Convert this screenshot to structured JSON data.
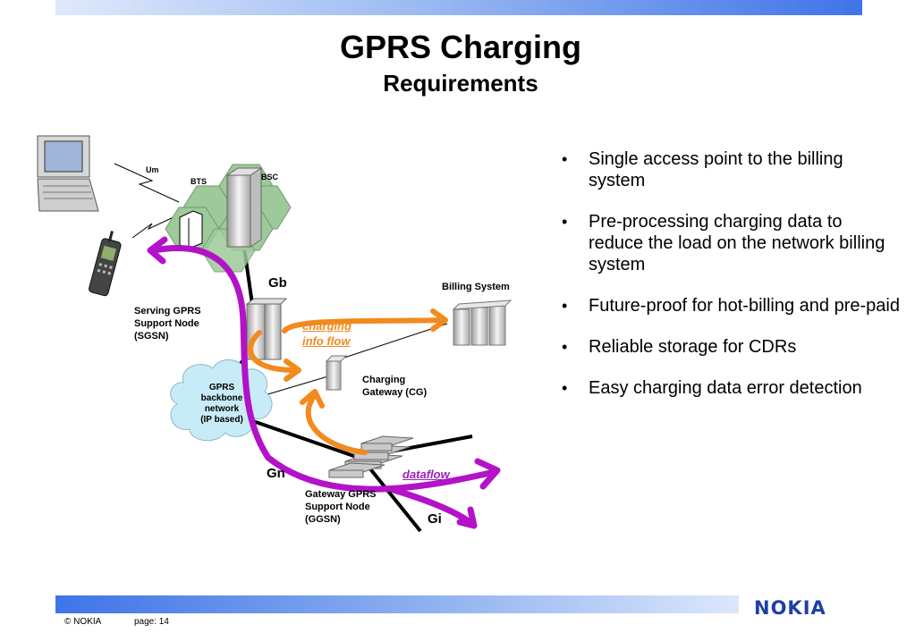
{
  "title": "GPRS Charging",
  "subtitle": "Requirements",
  "bullets": [
    "Single access point to the billing system",
    "Pre-processing charging data to reduce the load on the network billing system",
    "Future-proof for hot-billing and pre-paid",
    "Reliable storage for CDRs",
    "Easy charging data error detection"
  ],
  "diagram": {
    "um": "Um",
    "bts": "BTS",
    "bsc": "BSC",
    "gb": "Gb",
    "gn": "Gn",
    "gi": "Gi",
    "sgsn_lines": [
      "Serving GPRS",
      "Support Node",
      "(SGSN)"
    ],
    "billing": "Billing System",
    "charging_flow_lines": [
      "charging",
      "info flow"
    ],
    "cg_lines": [
      "Charging",
      "Gateway (CG)"
    ],
    "backbone_lines": [
      "GPRS",
      "backbone",
      "network",
      "(IP based)"
    ],
    "dataflow": "dataflow",
    "ggsn_lines": [
      "Gateway GPRS",
      "Support Node",
      "(GGSN)"
    ],
    "colors": {
      "charging_arrow": "#f28a1e",
      "data_arrow": "#b312c8",
      "cell": "#9ec99a",
      "cloud": "#c8ecf7"
    }
  },
  "icons": [
    "laptop-icon",
    "mobile-phone-icon",
    "server-icon",
    "router-icon",
    "cloud-icon"
  ],
  "logo": "NOKIA",
  "footer": {
    "copyright": "© NOKIA",
    "page": "page: 14"
  }
}
